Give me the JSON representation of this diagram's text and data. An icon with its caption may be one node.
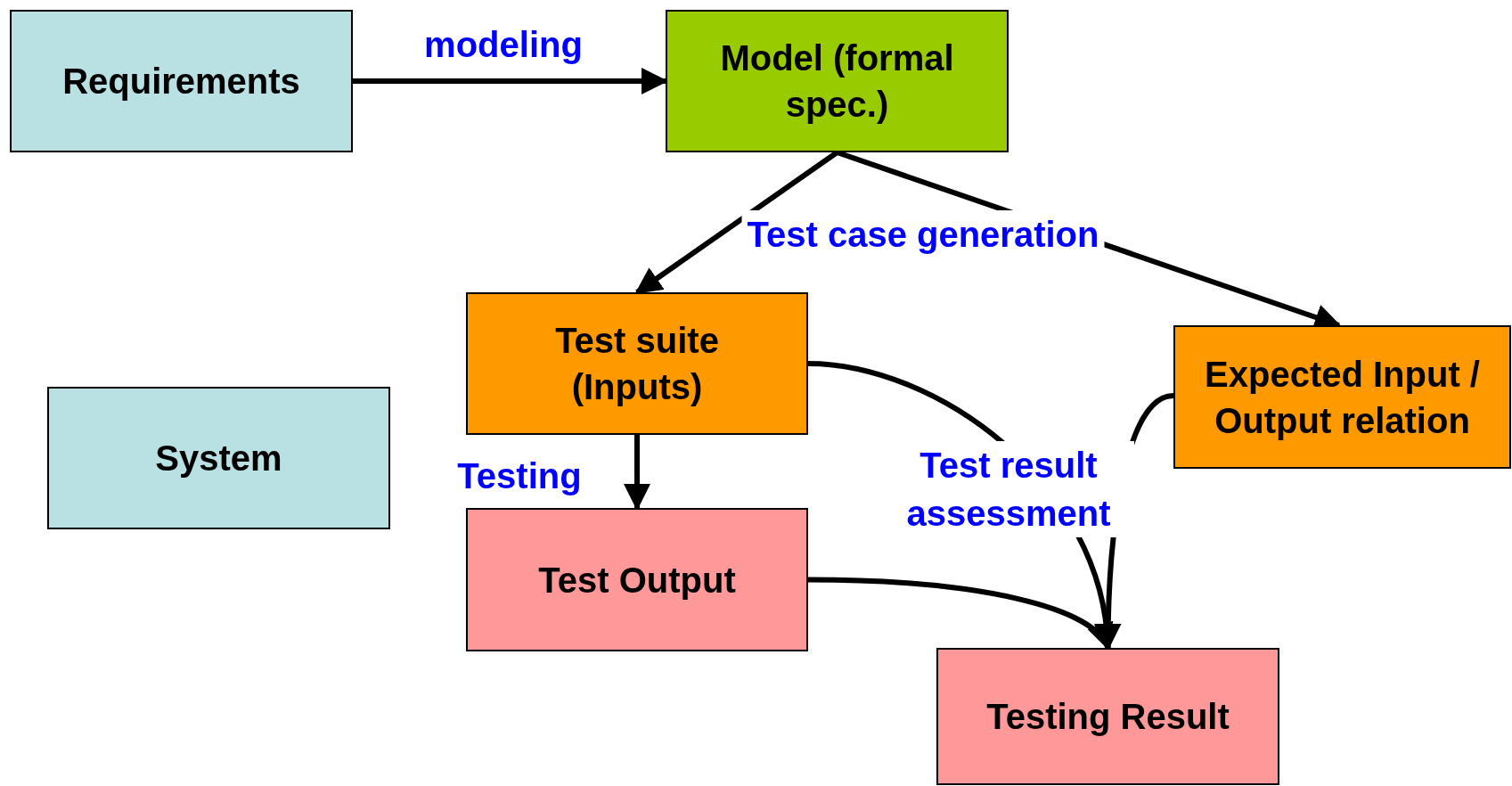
{
  "diagram": {
    "nodes": [
      {
        "text": [
          "Requirements"
        ]
      },
      {
        "text": [
          "Model (formal spec.)"
        ]
      },
      {
        "text": [
          "Test suite (Inputs)"
        ]
      },
      {
        "text": [
          "Expected Input / Output relation"
        ]
      },
      {
        "text": [
          "System"
        ]
      },
      {
        "text": [
          "Test Output"
        ]
      },
      {
        "text": [
          "Testing Result"
        ]
      }
    ],
    "edges": [
      {
        "from": 0,
        "to": 1,
        "arrow": "to",
        "label": "modeling"
      },
      {
        "from": 1,
        "to": 2,
        "arrow": "to",
        "label": "Test case generation"
      },
      {
        "from": 1,
        "to": 3,
        "arrow": "to"
      },
      {
        "from": 2,
        "to": 5,
        "arrow": "to",
        "label": "Testing"
      },
      {
        "from": 2,
        "to": 6,
        "arrow": "to",
        "label": "Test result assessment"
      },
      {
        "from": 3,
        "to": 6,
        "arrow": "to"
      },
      {
        "from": 5,
        "to": 6,
        "arrow": "to"
      }
    ]
  }
}
